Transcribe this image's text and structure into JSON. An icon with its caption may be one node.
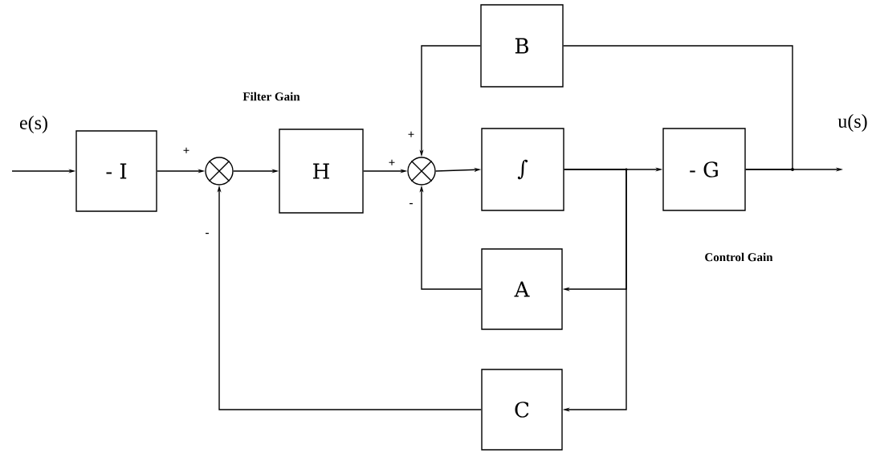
{
  "diagram": {
    "nodes": [
      {
        "text": [
          "- I"
        ]
      },
      {
        "text": [],
        "shape": "circle"
      },
      {
        "text": [
          "H"
        ]
      },
      {
        "text": [],
        "shape": "circle"
      },
      {
        "text": [
          "B"
        ]
      },
      {
        "text": [
          "∫"
        ]
      },
      {
        "text": [
          "- G"
        ]
      },
      {
        "text": [
          "A"
        ]
      },
      {
        "text": [
          "C"
        ]
      }
    ],
    "edges": [
      {
        "from": null,
        "to": 0,
        "arrow": "to"
      },
      {
        "from": 0,
        "to": 1,
        "arrow": "to"
      },
      {
        "from": 1,
        "to": 2,
        "arrow": "to"
      },
      {
        "from": 2,
        "to": 3,
        "arrow": "to"
      },
      {
        "from": 3,
        "to": 5,
        "arrow": "to"
      },
      {
        "from": 5,
        "to": 6,
        "arrow": "to"
      },
      {
        "from": 6,
        "to": null,
        "arrow": "to"
      },
      {
        "from": 6,
        "to": 4,
        "arrow": "none"
      },
      {
        "from": 4,
        "to": 3,
        "arrow": "to"
      },
      {
        "from": 5,
        "to": 7,
        "arrow": "to"
      },
      {
        "from": 5,
        "to": 8,
        "arrow": "to"
      },
      {
        "from": 7,
        "to": 3,
        "arrow": "to"
      },
      {
        "from": 8,
        "to": 1,
        "arrow": "to"
      }
    ],
    "labels": [
      "Filter Gain",
      "e(s)",
      "u(s)",
      "+",
      "+",
      "+",
      "-",
      "-",
      "Control Gain"
    ]
  }
}
